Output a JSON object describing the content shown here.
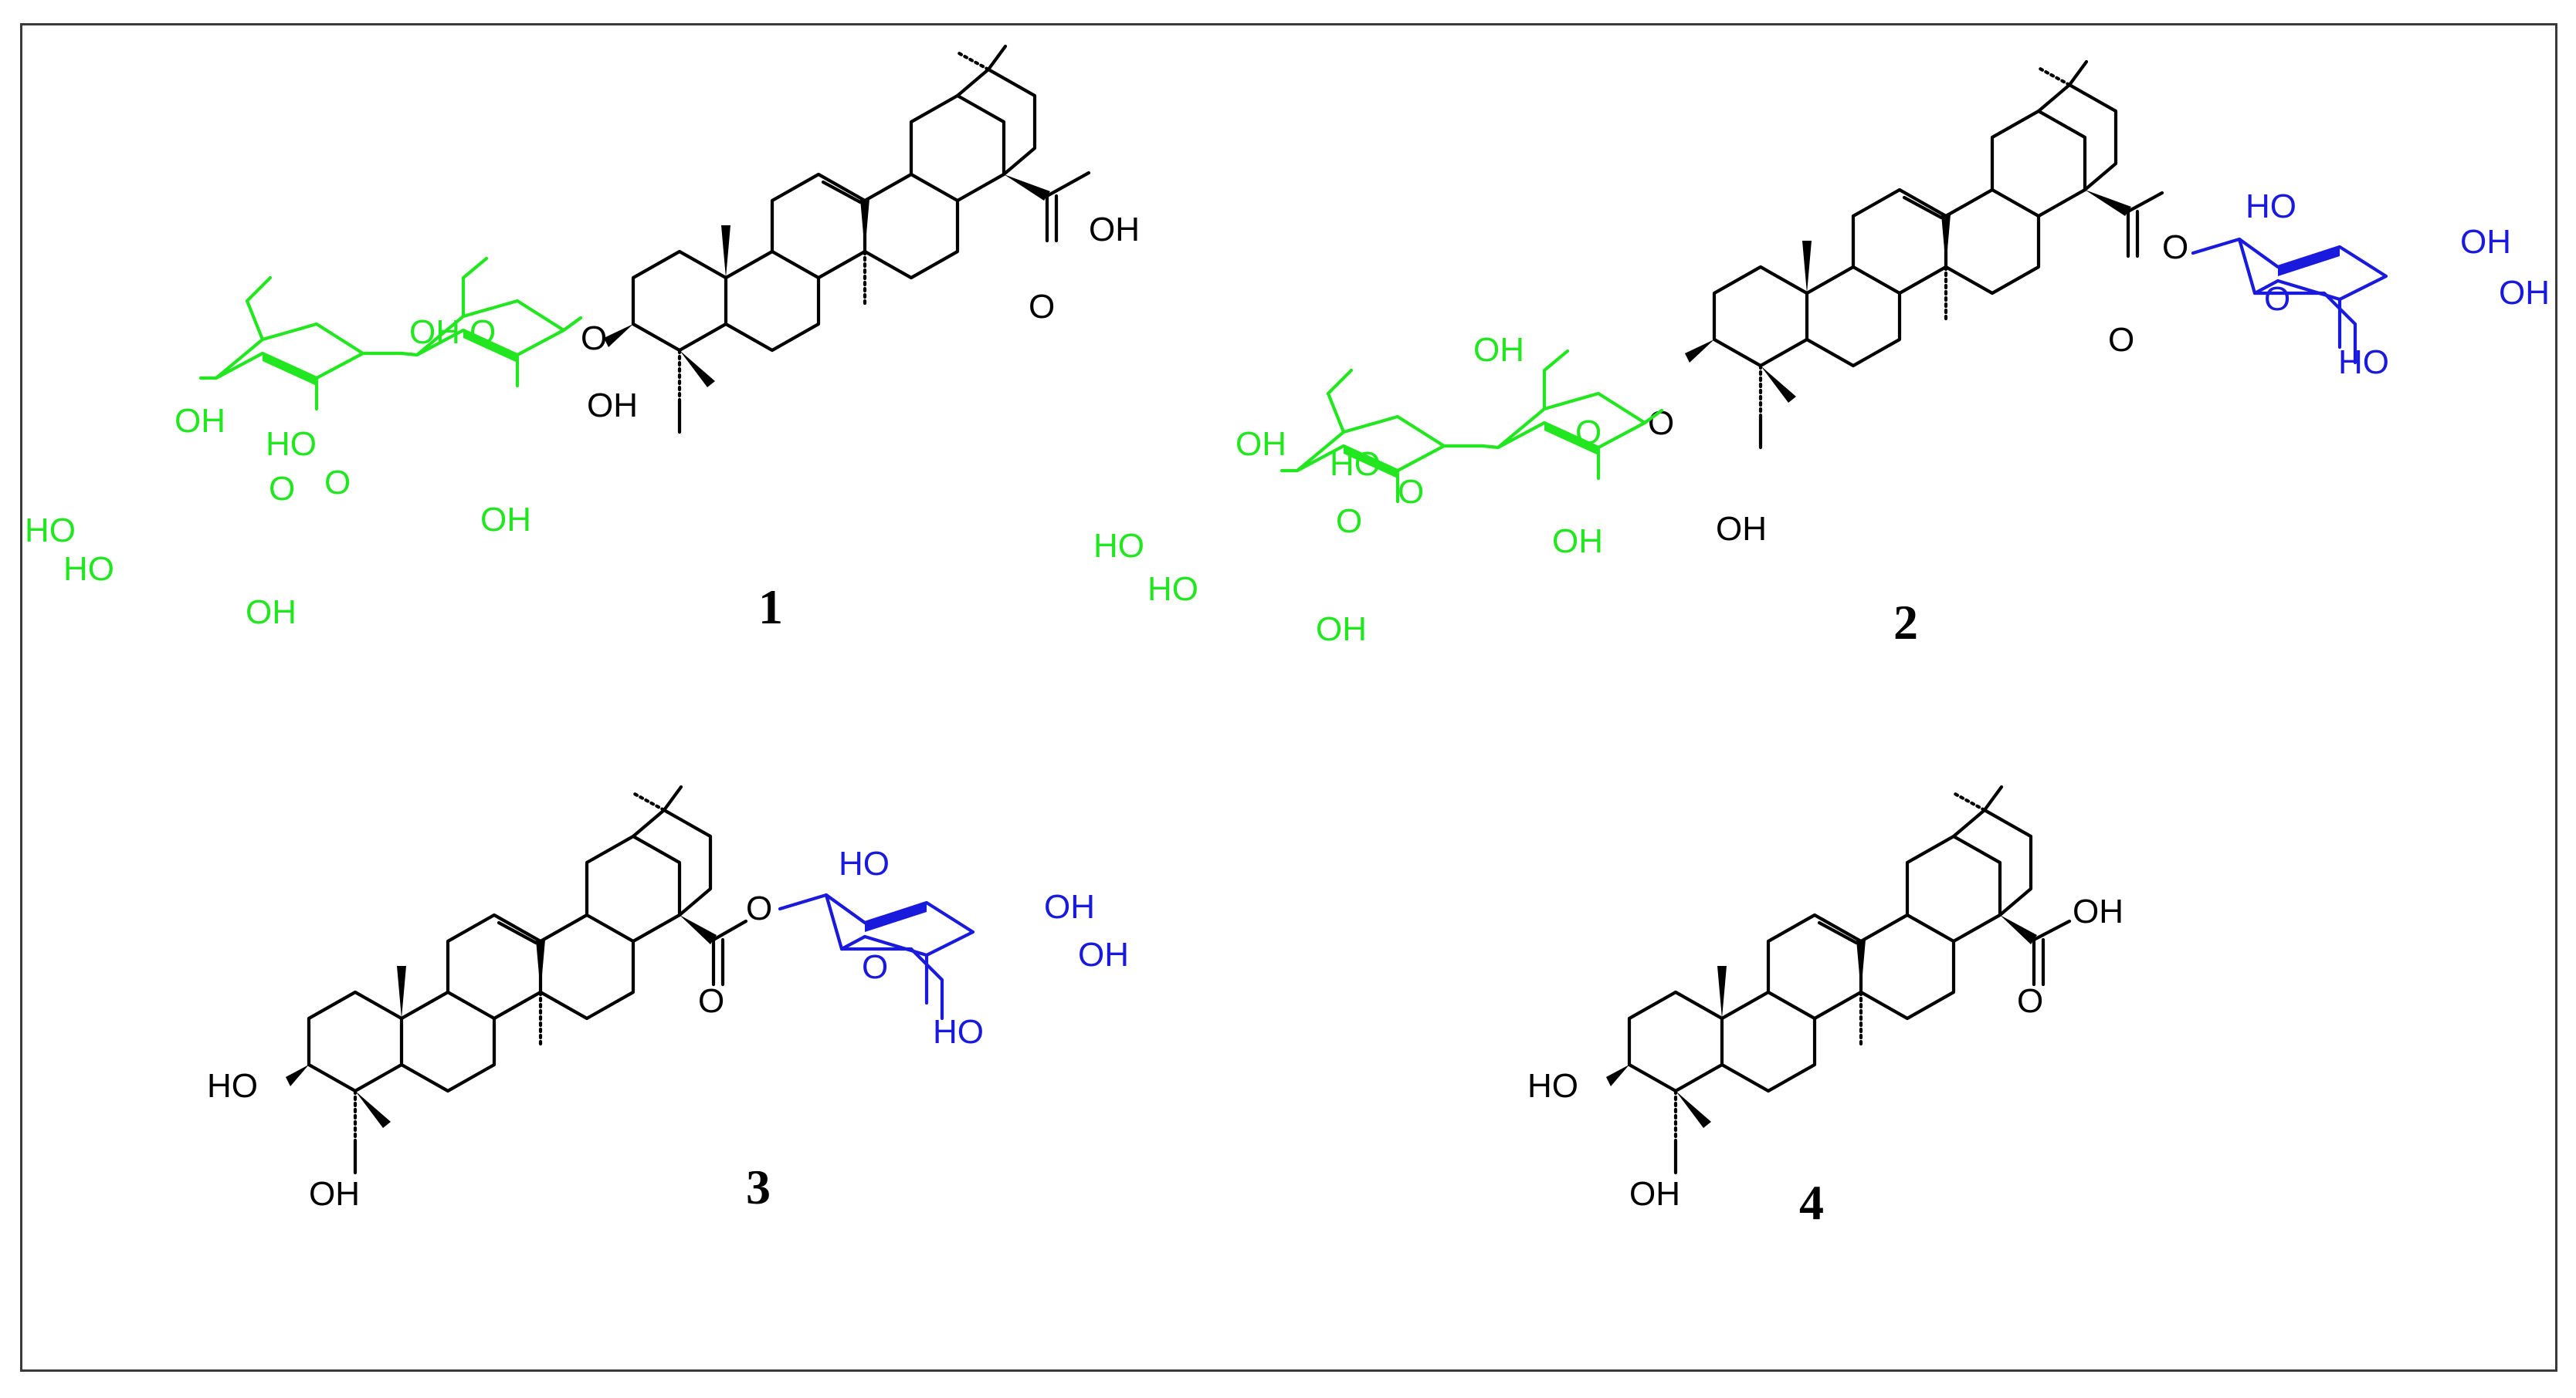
{
  "compounds": [
    {
      "id": "c1",
      "label": "1"
    },
    {
      "id": "c2",
      "label": "2"
    },
    {
      "id": "c3",
      "label": "3"
    },
    {
      "id": "c4",
      "label": "4"
    }
  ],
  "atoms": {
    "oh": "OH",
    "ho": "HO",
    "o": "O"
  },
  "colors": {
    "aglycone": "#000000",
    "disaccharide": "#22e61f",
    "ester_sugar": "#1a1add",
    "frame": "#3a3a3a"
  }
}
